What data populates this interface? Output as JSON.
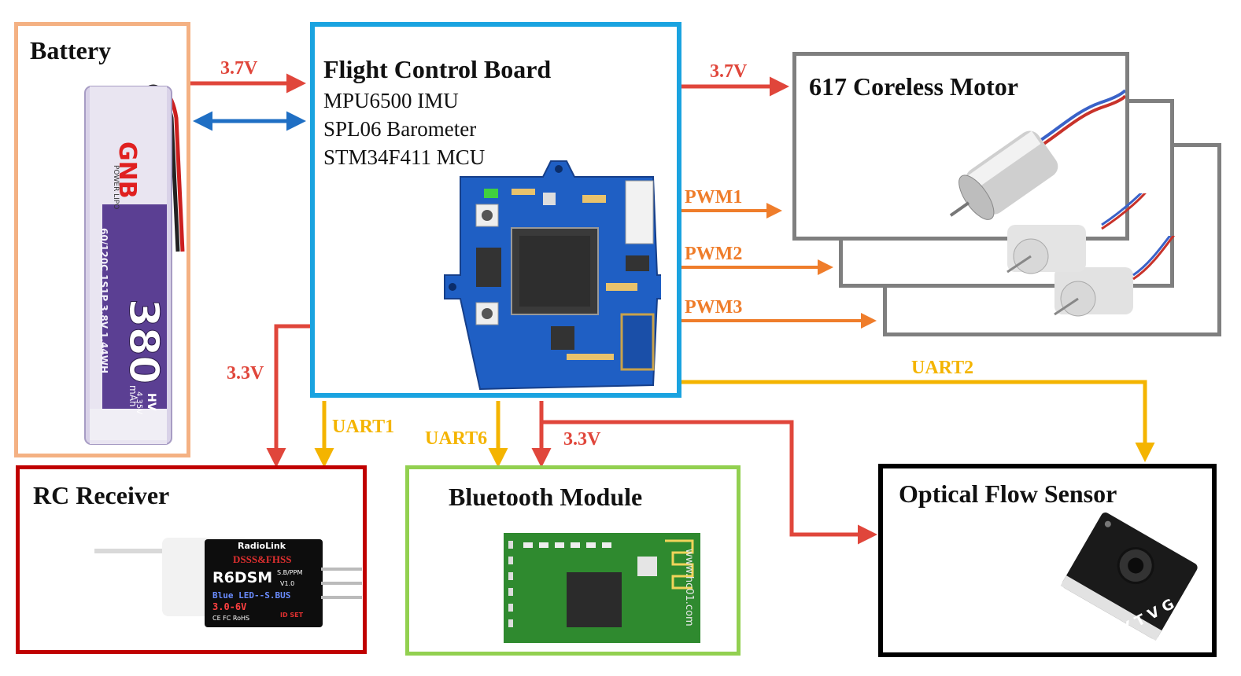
{
  "colors": {
    "battery_border": "#f4b183",
    "fcb_border": "#1aa3e0",
    "motor_border": "#7f7f7f",
    "rc_border": "#c00000",
    "bt_border": "#92d050",
    "ofs_border": "#000000",
    "power_arrow": "#e0463b",
    "data_arrow": "#1f6fc4",
    "pwm_arrow": "#ef7d2b",
    "uart_arrow": "#f4b400"
  },
  "battery": {
    "title": "Battery",
    "brand": "GNB",
    "subbrand": "POWER LIPO",
    "capacity": "380",
    "unit": "mAh",
    "spec": "60/120C 1S1P 3.8V 1.44WH",
    "hv": "HV",
    "hv_volt": "4.35V"
  },
  "fcb": {
    "title": "Flight Control Board",
    "imu": "MPU6500 IMU",
    "baro": "SPL06 Barometer",
    "mcu": "STM34F411 MCU"
  },
  "motor": {
    "title": "617 Coreless Motor"
  },
  "rc": {
    "title": "RC Receiver",
    "brand": "RadioLink",
    "dsss": "DSSS&FHSS",
    "model": "R6DSM",
    "ppm": "S.B/PPM",
    "version": "V1.0",
    "led": "Blue LED--S.BUS",
    "voltage": "3.0-6V",
    "idset": "ID SET",
    "marks": "CE FC RoHS"
  },
  "bt": {
    "title": "Bluetooth Module",
    "site": "www.hc01.com"
  },
  "ofs": {
    "title": "Optical Flow Sensor",
    "pins": "Y T V G"
  },
  "labels": {
    "bat_to_fcb": "3.7V",
    "fcb_to_motor": "3.7V",
    "pwm1": "PWM1",
    "pwm2": "PWM2",
    "pwm3": "PWM3",
    "rc_power": "3.3V",
    "uart1": "UART1",
    "uart6": "UART6",
    "bt_power": "3.3V",
    "uart2": "UART2"
  }
}
